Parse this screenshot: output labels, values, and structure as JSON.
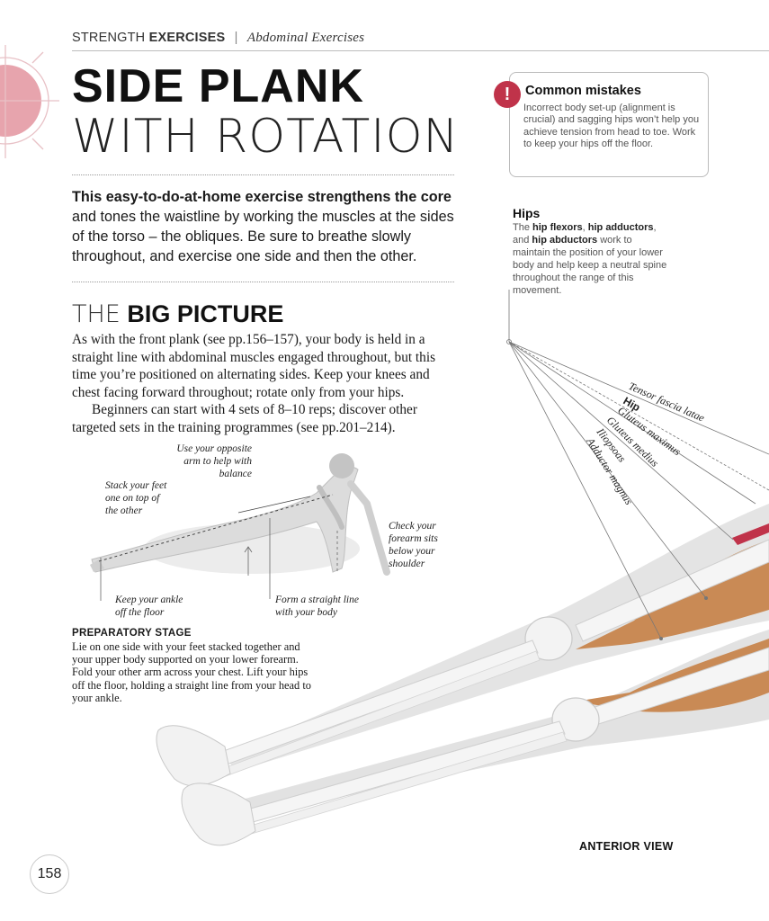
{
  "header": {
    "section_light": "STRENGTH",
    "section_bold": "EXERCISES",
    "separator": "|",
    "chapter": "Abdominal Exercises"
  },
  "title": {
    "line1": "SIDE PLANK",
    "line2": "WITH ROTATION"
  },
  "intro": {
    "lead_bold": "This easy-to-do-at-home exercise strengthens the core",
    "rest": " and tones the waistline by working the muscles at the sides of the torso – the obliques. Be sure to breathe slowly throughout, and exercise one side and then the other."
  },
  "big_picture": {
    "title_light": "THE",
    "title_bold": "BIG PICTURE",
    "paragraph1": "As with the front plank (see pp.156–157), your body is held in a straight line with abdominal muscles engaged throughout, but this time you’re positioned on alternating sides. Keep your knees and chest facing forward throughout; rotate only from your hips.",
    "paragraph2": "Beginners can start with 4 sets of 8–10 reps; discover other targeted sets in the training programmes (see pp.201–214)."
  },
  "figure_captions": {
    "opposite_arm": "Use your opposite\narm to help with\nbalance",
    "stack_feet": "Stack your feet\none on top of\nthe other",
    "forearm": "Check your\nforearm sits\nbelow your\nshoulder",
    "ankle": "Keep your ankle\noff the floor",
    "straight_line": "Form a straight line\nwith your body"
  },
  "preparatory": {
    "heading": "PREPARATORY STAGE",
    "body": "Lie on one side with your feet stacked together and your upper body supported on your lower forearm. Fold your other arm across your chest. Lift your hips off the floor, holding a straight line from your head to your ankle."
  },
  "mistakes": {
    "icon": "!",
    "title": "Common mistakes",
    "body": "Incorrect body set-up (alignment is crucial) and sagging hips won’t help you achieve tension from head to toe. Work to keep your hips off the floor."
  },
  "hips": {
    "title": "Hips",
    "t1": "The ",
    "b1": "hip flexors",
    "t2": ", ",
    "b2": "hip adductors",
    "t3": ", and ",
    "b3": "hip abductors",
    "t4": " work to maintain the position of your lower body and help keep a neutral spine throughout the range of this movement."
  },
  "muscle_labels": {
    "tensor": "Tensor fascia latae",
    "hip": "Hip",
    "gluteus_maximus": "Gluteus maximus",
    "gluteus_medius": "Gluteus medius",
    "iliopsoas": "Iliopsoas",
    "adductor": "Adductor magnus"
  },
  "view_label": "ANTERIOR VIEW",
  "page_number": "158",
  "colors": {
    "accent_red": "#c0334a",
    "target_pink": "#e7a4ad",
    "muscle_tan": "#c98a55"
  }
}
